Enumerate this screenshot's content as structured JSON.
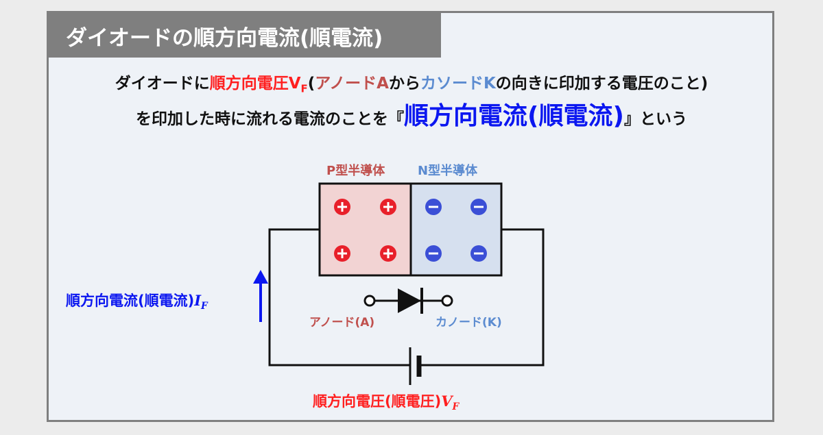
{
  "title": "ダイオードの順方向電流(順電流)",
  "sentence": {
    "l1_a": "ダイオードに",
    "l1_b": "順方向電圧V",
    "l1_b_sub": "F",
    "l1_c": "(",
    "l1_d": "アノードA",
    "l1_e": "から",
    "l1_f": "カソードK",
    "l1_g": "の向きに印加する電圧のこと)",
    "l2_a": "を印加した時に流れる電流のことを『",
    "l2_b": "順方向電流(順電流)",
    "l2_c": "』という"
  },
  "diagram": {
    "p_label": "P型半導体",
    "n_label": "N型半導体",
    "current_label": "順方向電流(順電流)",
    "current_symbol": "I",
    "current_sub": "F",
    "anode_label": "アノード(A)",
    "cathode_label": "カノード(K)",
    "voltage_label": "順方向電圧(順電圧)",
    "voltage_symbol": "V",
    "voltage_sub": "F"
  },
  "colors": {
    "p_fill": "#f2d3d3",
    "n_fill": "#d6e0ef",
    "accent_red": "#ff1f1f",
    "accent_blue": "#0b17f0",
    "p_text": "#c0504d",
    "n_text": "#5b8bd0"
  }
}
